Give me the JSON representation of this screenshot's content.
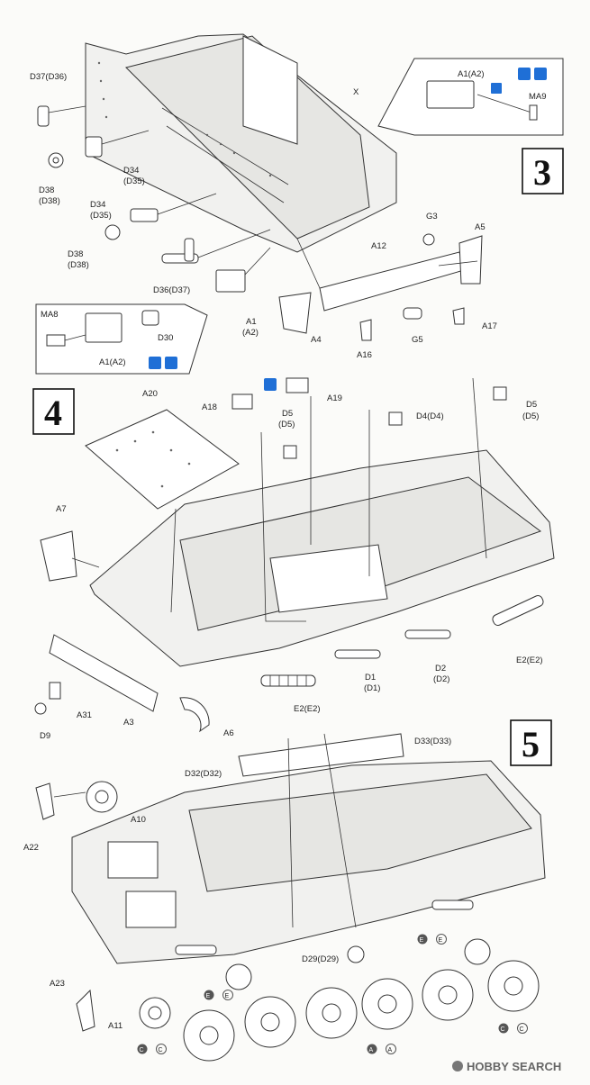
{
  "steps": [
    "3",
    "4",
    "5"
  ],
  "step3": {
    "labels": {
      "d37": "D37(D36)",
      "x": "X",
      "a1a2_top": "A1(A2)",
      "ma9": "MA9",
      "d34a": "D34",
      "d34a2": "(D35)",
      "d38a": "D38",
      "d38a2": "(D38)",
      "d34b": "D34",
      "d34b2": "(D35)",
      "d38b": "D38",
      "d38b2": "(D38)",
      "d36": "D36(D37)",
      "a1": "A1",
      "a1b": "(A2)",
      "a4": "A4",
      "a16": "A16",
      "g5": "G5",
      "a17": "A17",
      "a12": "A12",
      "g3": "G3",
      "a5": "A5",
      "ma8": "MA8",
      "d30": "D30",
      "a1a2_inset": "A1(A2)"
    }
  },
  "step4": {
    "labels": {
      "a20": "A20",
      "a18": "A18",
      "a19": "A19",
      "d5a": "D5",
      "d5a2": "(D5)",
      "d4": "D4(D4)",
      "d5b": "D5",
      "d5b2": "(D5)",
      "a7": "A7",
      "a31": "A31",
      "a3": "A3",
      "d9": "D9",
      "a6": "A6",
      "e2a": "E2(E2)",
      "d1": "D1",
      "d1b": "(D1)",
      "d2": "D2",
      "d2b": "(D2)",
      "e2b": "E2(E2)"
    }
  },
  "step5": {
    "labels": {
      "d33": "D33(D33)",
      "d32": "D32(D32)",
      "a10": "A10",
      "a22": "A22",
      "a23": "A23",
      "a11": "A11",
      "d29": "D29(D29)",
      "e1": "E",
      "e2": "E",
      "e3": "E",
      "e4": "E",
      "c1": "C",
      "c2": "C",
      "c3": "C",
      "c4": "C",
      "a1": "A",
      "a2": "A"
    }
  },
  "watermark": "HOBBY SEARCH",
  "colors": {
    "blue_icon": "#1f6fd6",
    "ink": "#222222",
    "hull_fill": "#f1f1ef"
  }
}
